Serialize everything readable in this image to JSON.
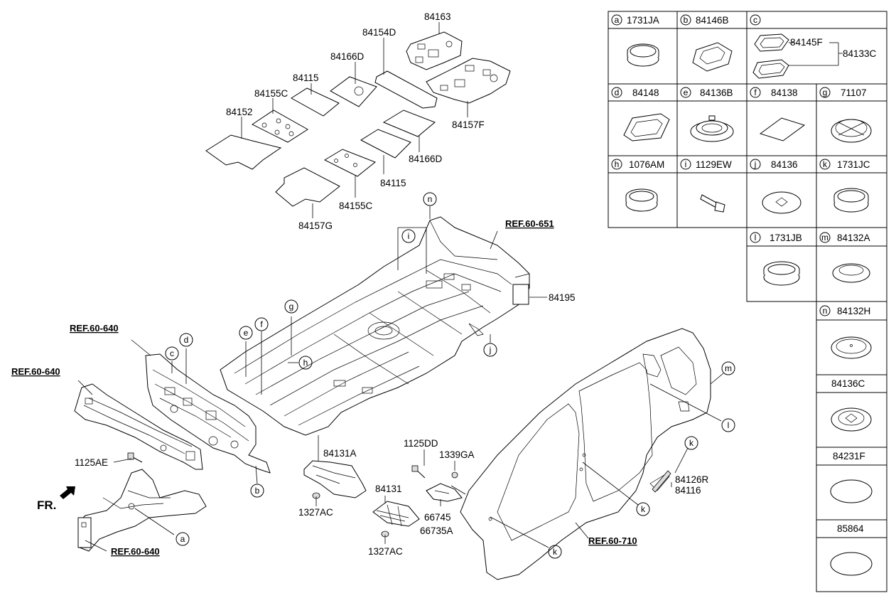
{
  "diagram": {
    "labels": {
      "p84163": "84163",
      "p84154D": "84154D",
      "p84166D_top": "84166D",
      "p84115_top": "84115",
      "p84155C_top": "84155C",
      "p84152": "84152",
      "p84157F": "84157F",
      "p84166D_bot": "84166D",
      "p84115_bot": "84115",
      "p84155C_bot": "84155C",
      "p84157G": "84157G",
      "p84195": "84195",
      "p1125AE": "1125AE",
      "p84131A": "84131A",
      "p1125DD": "1125DD",
      "p1339GA": "1339GA",
      "p1327AC_1": "1327AC",
      "p84131": "84131",
      "p66745": "66745",
      "p66735A": "66735A",
      "p1327AC_2": "1327AC",
      "p84126R": "84126R",
      "p84116": "84116"
    },
    "refs": {
      "r651": "REF.60-651",
      "r640a": "REF.60-640",
      "r640b": "REF.60-640",
      "r640c": "REF.60-640",
      "r710": "REF.60-710"
    },
    "fr": "FR.",
    "callouts": {
      "n": "n",
      "i": "i",
      "g": "g",
      "f": "f",
      "e": "e",
      "h": "h",
      "j": "j",
      "d": "d",
      "c": "c",
      "b": "b",
      "a": "a",
      "m": "m",
      "l": "l",
      "k1": "k",
      "k2": "k",
      "k3": "k"
    }
  },
  "legend": {
    "cells": {
      "a": {
        "letter": "a",
        "code": "1731JA"
      },
      "b": {
        "letter": "b",
        "code": "84146B"
      },
      "c": {
        "letter": "c",
        "code": "",
        "sub1": "84145F",
        "sub2": "84133C"
      },
      "d": {
        "letter": "d",
        "code": "84148"
      },
      "e": {
        "letter": "e",
        "code": "84136B"
      },
      "f": {
        "letter": "f",
        "code": "84138"
      },
      "g": {
        "letter": "g",
        "code": "71107"
      },
      "h": {
        "letter": "h",
        "code": "1076AM"
      },
      "i": {
        "letter": "i",
        "code": "1129EW"
      },
      "j": {
        "letter": "j",
        "code": "84136"
      },
      "k": {
        "letter": "k",
        "code": "1731JC"
      },
      "l": {
        "letter": "l",
        "code": "1731JB"
      },
      "m": {
        "letter": "m",
        "code": "84132A"
      },
      "n": {
        "letter": "n",
        "code": "84132H"
      }
    },
    "extra": {
      "c84136C": "84136C",
      "c84231F": "84231F",
      "c85864": "85864"
    }
  }
}
